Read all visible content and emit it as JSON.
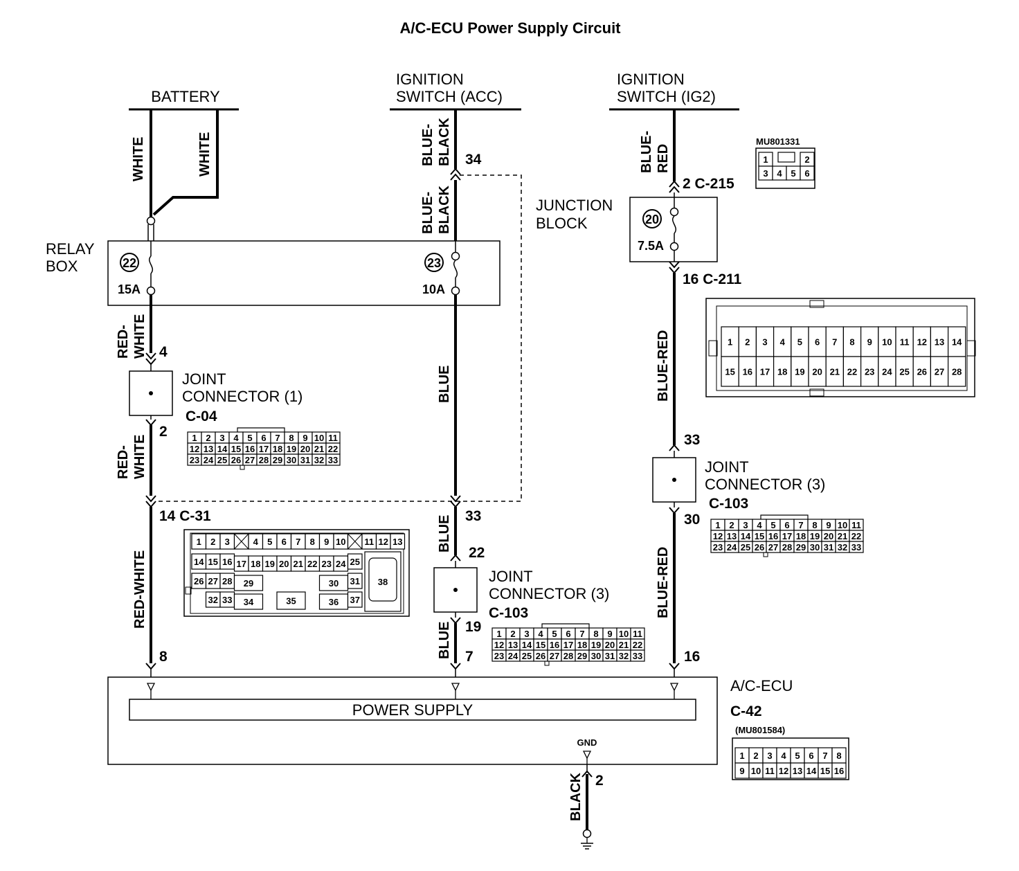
{
  "title": "A/C-ECU Power Supply Circuit",
  "sources": {
    "battery": "BATTERY",
    "acc_line1": "IGNITION",
    "acc_line2": "SWITCH (ACC)",
    "ig2_line1": "IGNITION",
    "ig2_line2": "SWITCH (IG2)"
  },
  "relay_box": {
    "label_line1": "RELAY",
    "label_line2": "BOX",
    "fuse_a_num": "22",
    "fuse_a_amp": "15A",
    "fuse_b_num": "23",
    "fuse_b_amp": "10A"
  },
  "junction_block": {
    "label_line1": "JUNCTION",
    "label_line2": "BLOCK",
    "fuse_num": "20",
    "fuse_amp": "7.5A"
  },
  "wires": {
    "white": "WHITE",
    "red_white_1": "RED-",
    "red_white_2": "WHITE",
    "red_white": "RED-WHITE",
    "blue_black_1": "BLUE-",
    "blue_black_2": "BLACK",
    "blue": "BLUE",
    "blue_red_1": "BLUE-",
    "blue_red_2": "RED",
    "blue_red": "BLUE-RED",
    "black": "BLACK"
  },
  "pins": {
    "p34": "34",
    "p4": "4",
    "p2a": "2",
    "p14c31": "14 C-31",
    "p33a": "33",
    "p22": "22",
    "p19": "19",
    "p7": "7",
    "p8": "8",
    "p2c215": "2 C-215",
    "p16c211": "16 C-211",
    "p33b": "33",
    "p30": "30",
    "p16": "16",
    "p2gnd": "2"
  },
  "joint_connectors": {
    "jc1_line1": "JOINT",
    "jc1_line2": "CONNECTOR (1)",
    "jc1_code": "C-04",
    "jc3a_line1": "JOINT",
    "jc3a_line2": "CONNECTOR (3)",
    "jc3a_code": "C-103",
    "jc3b_line1": "JOINT",
    "jc3b_line2": "CONNECTOR (3)",
    "jc3b_code": "C-103"
  },
  "ecu": {
    "name": "A/C-ECU",
    "code": "C-42",
    "part": "(MU801584)",
    "power_supply": "POWER SUPPLY",
    "gnd": "GND"
  },
  "mu801331": "MU801331",
  "pin_grid_33": [
    [
      "1",
      "2",
      "3",
      "4",
      "5",
      "6",
      "7",
      "8",
      "9",
      "10",
      "11"
    ],
    [
      "12",
      "13",
      "14",
      "15",
      "16",
      "17",
      "18",
      "19",
      "20",
      "21",
      "22"
    ],
    [
      "23",
      "24",
      "25",
      "26",
      "27",
      "28",
      "29",
      "30",
      "31",
      "32",
      "33"
    ]
  ],
  "pin_grid_c211": [
    [
      "1",
      "2",
      "3",
      "4",
      "5",
      "6",
      "7",
      "8",
      "9",
      "10",
      "11",
      "12",
      "13",
      "14"
    ],
    [
      "15",
      "16",
      "17",
      "18",
      "19",
      "20",
      "21",
      "22",
      "23",
      "24",
      "25",
      "26",
      "27",
      "28"
    ]
  ],
  "pin_grid_c42": [
    [
      "1",
      "2",
      "3",
      "4",
      "5",
      "6",
      "7",
      "8"
    ],
    [
      "9",
      "10",
      "11",
      "12",
      "13",
      "14",
      "15",
      "16"
    ]
  ],
  "pin_grid_mu801331": [
    [
      "1",
      "",
      "2"
    ],
    [
      "3",
      "4",
      "5",
      "6"
    ]
  ],
  "c31_cells": {
    "row1": [
      "1",
      "2",
      "3",
      "4",
      "5",
      "6",
      "7",
      "8",
      "9",
      "10",
      "11",
      "12",
      "13"
    ],
    "row2": [
      "14",
      "15",
      "16",
      "17",
      "18",
      "19",
      "20",
      "21",
      "22",
      "23",
      "24",
      "25"
    ],
    "row3": [
      "26",
      "27",
      "28",
      "29",
      "30",
      "31"
    ],
    "row4": [
      "32",
      "33",
      "34",
      "35",
      "36",
      "37"
    ],
    "big": "38"
  }
}
